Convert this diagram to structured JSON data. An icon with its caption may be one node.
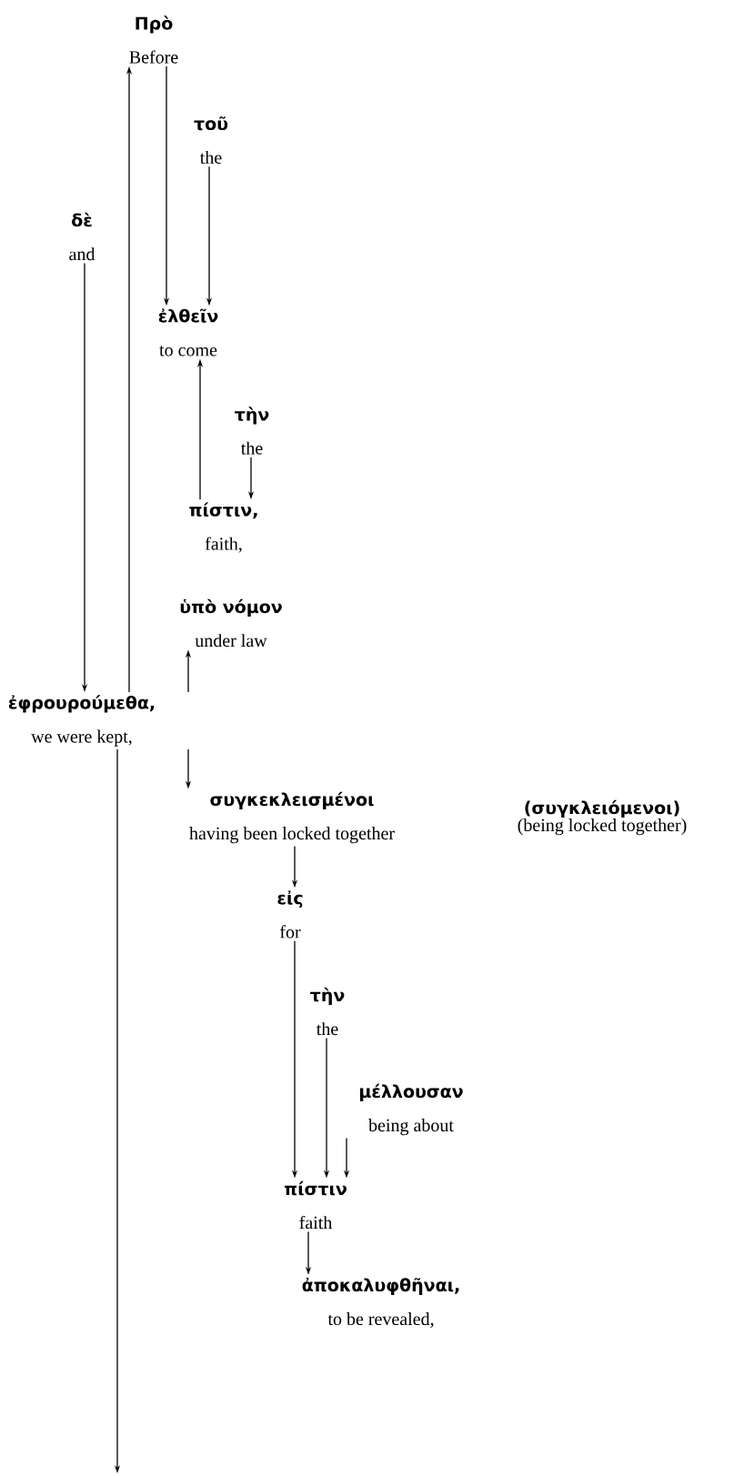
{
  "diagram": {
    "nodes": [
      {
        "text": [
          "Πρὸ",
          "Before"
        ]
      },
      {
        "text": [
          "τοῦ",
          "the"
        ]
      },
      {
        "text": [
          "δὲ",
          "and"
        ]
      },
      {
        "text": [
          "ἐλθεῖν",
          "to come"
        ]
      },
      {
        "text": [
          "τὴν",
          "the"
        ]
      },
      {
        "text": [
          "πίστιν,",
          "faith,"
        ]
      },
      {
        "text": [
          "ὑπὸ νόμον",
          "under law"
        ]
      },
      {
        "text": [
          "ἐφρουρούμεθα,",
          "we were kept,"
        ]
      },
      {
        "text": [
          "συγκεκλεισμένοι",
          "having been locked together"
        ],
        "beside": [
          "(συγκλειόμενοι)",
          "(being locked together)"
        ]
      },
      {
        "text": [
          "εἰς",
          "for"
        ]
      },
      {
        "text": [
          "τὴν",
          "the"
        ]
      },
      {
        "text": [
          "μέλλουσαν",
          "being about"
        ]
      },
      {
        "text": [
          "πίστιν",
          "faith"
        ]
      },
      {
        "text": [
          "ἀποκαλυφθῆναι,",
          "to be revealed,"
        ]
      }
    ],
    "edges": [
      {
        "from": 0,
        "to": 3,
        "arrow": "to"
      },
      {
        "from": 1,
        "to": 3,
        "arrow": "to"
      },
      {
        "from": 2,
        "to": 7,
        "arrow": "to"
      },
      {
        "from": 7,
        "to": 0,
        "arrow": "to"
      },
      {
        "from": 4,
        "to": 5,
        "arrow": "to"
      },
      {
        "from": 5,
        "to": 3,
        "arrow": "to"
      },
      {
        "from": 7,
        "to": 6,
        "arrow": "to"
      },
      {
        "from": 7,
        "to": 8,
        "arrow": "to"
      },
      {
        "from": 8,
        "to": 9,
        "arrow": "to"
      },
      {
        "from": 9,
        "to": 12,
        "arrow": "to"
      },
      {
        "from": 10,
        "to": 12,
        "arrow": "to"
      },
      {
        "from": 11,
        "to": 12,
        "arrow": "to"
      },
      {
        "from": 12,
        "to": 13,
        "arrow": "to"
      },
      {
        "from": 7,
        "to": null,
        "arrow": "to"
      }
    ]
  }
}
